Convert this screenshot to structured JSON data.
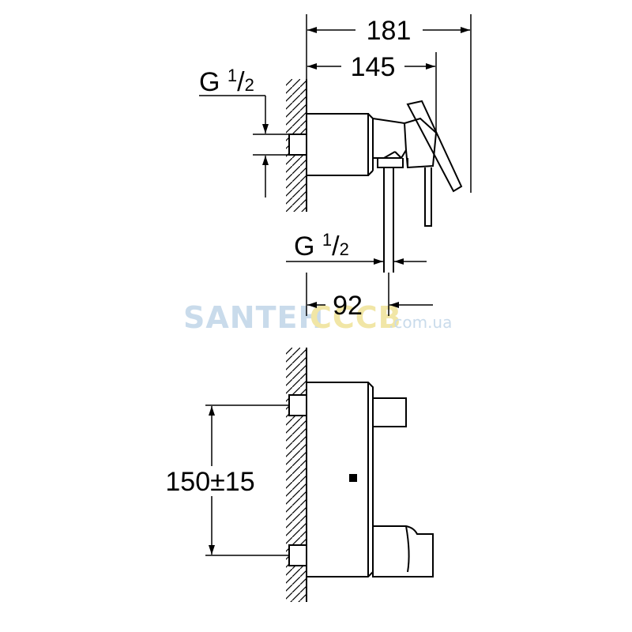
{
  "dimensions": {
    "total_length": "181",
    "body_length": "145",
    "outlet_offset": "92",
    "inlet_spacing": "150±15"
  },
  "threads": {
    "inlet": {
      "prefix": "G ",
      "numerator": "1",
      "slash": "/",
      "denominator": "2"
    },
    "outlet": {
      "prefix": "G ",
      "numerator": "1",
      "slash": "/",
      "denominator": "2"
    }
  },
  "watermark": {
    "part1": "SANTEH",
    "part2": "СССВ",
    "domain": ".com.ua"
  },
  "colors": {
    "line": "#000000",
    "watermark_blue": "#c9dbeb",
    "watermark_yellow": "#f1e6a6"
  }
}
